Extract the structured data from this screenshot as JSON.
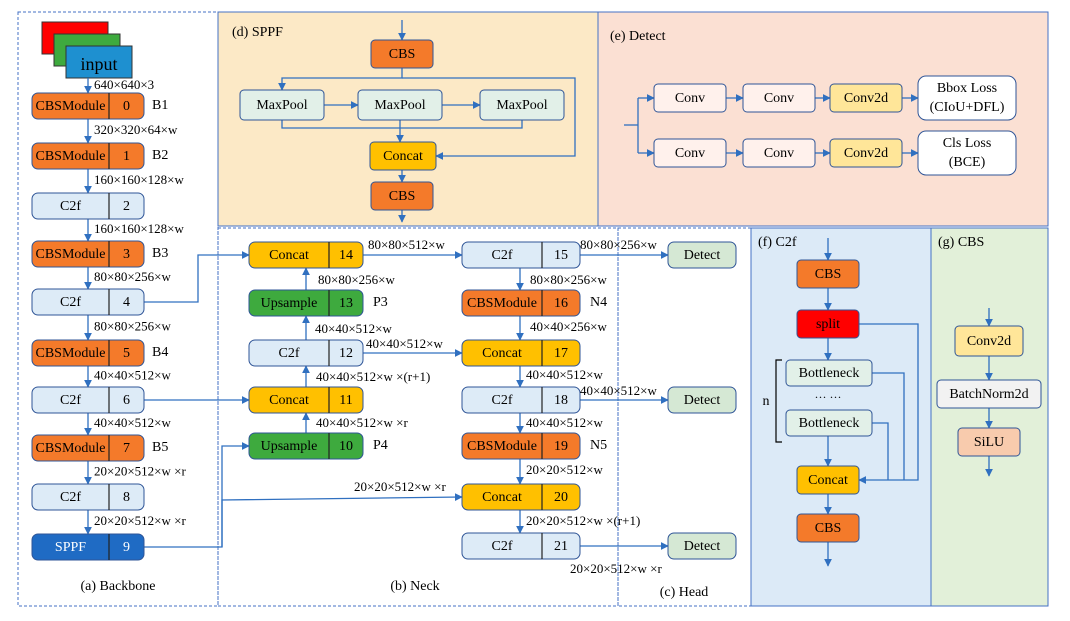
{
  "colors": {
    "orange": "#F47A2A",
    "lightblue": "#DDEBF7",
    "yellow": "#FFC000",
    "green": "#3EAA3E",
    "darkblue": "#1F6BC4",
    "red": "#FF0000",
    "detect_green": "#D5E8D4",
    "maxpool_green": "#E2F0E8",
    "silu_pink": "#F8CBAD",
    "sppf_bg": "#FCE9C6",
    "detect_bg": "#FBE0D3",
    "c2f_bg": "#DCEAF7",
    "cbs_bg": "#E2F0D9",
    "line_blue": "#3070C0"
  },
  "input_label": "input",
  "backbone": {
    "caption": "(a) Backbone",
    "input_dim": "640×640×3",
    "blocks": [
      {
        "name": "CBSModule",
        "idx": "0",
        "tag": "B1",
        "dim_after": "320×320×64×w"
      },
      {
        "name": "CBSModule",
        "idx": "1",
        "tag": "B2",
        "dim_after": "160×160×128×w"
      },
      {
        "name": "C2f",
        "idx": "2",
        "tag": "",
        "dim_after": "160×160×128×w"
      },
      {
        "name": "CBSModule",
        "idx": "3",
        "tag": "B3",
        "dim_after": "80×80×256×w"
      },
      {
        "name": "C2f",
        "idx": "4",
        "tag": "",
        "dim_after": "80×80×256×w"
      },
      {
        "name": "CBSModule",
        "idx": "5",
        "tag": "B4",
        "dim_after": "40×40×512×w"
      },
      {
        "name": "C2f",
        "idx": "6",
        "tag": "",
        "dim_after": "40×40×512×w"
      },
      {
        "name": "CBSModule",
        "idx": "7",
        "tag": "B5",
        "dim_after": "20×20×512×w ×r"
      },
      {
        "name": "C2f",
        "idx": "8",
        "tag": "",
        "dim_after": "20×20×512×w ×r"
      },
      {
        "name": "SPPF",
        "idx": "9",
        "tag": "",
        "dim_after": ""
      }
    ]
  },
  "neck": {
    "caption": "(b) Neck",
    "blocks": [
      {
        "name": "Concat",
        "idx": "14",
        "tag": ""
      },
      {
        "name": "Upsample",
        "idx": "13",
        "tag": "P3"
      },
      {
        "name": "C2f",
        "idx": "12",
        "tag": ""
      },
      {
        "name": "Concat",
        "idx": "11",
        "tag": ""
      },
      {
        "name": "Upsample",
        "idx": "10",
        "tag": "P4"
      },
      {
        "name": "C2f",
        "idx": "15",
        "tag": ""
      },
      {
        "name": "CBSModule",
        "idx": "16",
        "tag": "N4"
      },
      {
        "name": "Concat",
        "idx": "17",
        "tag": ""
      },
      {
        "name": "C2f",
        "idx": "18",
        "tag": ""
      },
      {
        "name": "CBSModule",
        "idx": "19",
        "tag": "N5"
      },
      {
        "name": "Concat",
        "idx": "20",
        "tag": ""
      },
      {
        "name": "C2f",
        "idx": "21",
        "tag": ""
      }
    ],
    "dims": [
      "80×80×512×w",
      "80×80×256×w",
      "40×40×512×w",
      "40×40×512×w",
      "40×40×512×w ×(r+1)",
      "40×40×512×w ×r",
      "80×80×256×w",
      "80×80×256×w",
      "40×40×256×w",
      "40×40×512×w",
      "40×40×512×w",
      "40×40×512×w",
      "20×20×512×w",
      "20×20×512×w ×r",
      "20×20×512×w ×(r+1)",
      "20×20×512×w ×r"
    ]
  },
  "head": {
    "caption": "(c) Head",
    "detect_label": "Detect"
  },
  "sppf": {
    "title": "(d) SPPF",
    "cbs": "CBS",
    "maxpool": "MaxPool",
    "concat": "Concat"
  },
  "detect_panel": {
    "title": "(e) Detect",
    "conv": "Conv",
    "conv2d": "Conv2d",
    "bbox_loss_1": "Bbox Loss",
    "bbox_loss_2": "(CIoU+DFL)",
    "cls_loss_1": "Cls Loss",
    "cls_loss_2": "(BCE)"
  },
  "c2f_panel": {
    "title": "(f) C2f",
    "cbs": "CBS",
    "split": "split",
    "bottleneck": "Bottleneck",
    "ellipsis": "··· ···",
    "n": "n",
    "concat": "Concat"
  },
  "cbs_panel": {
    "title": "(g) CBS",
    "conv2d": "Conv2d",
    "bn": "BatchNorm2d",
    "silu": "SiLU"
  }
}
